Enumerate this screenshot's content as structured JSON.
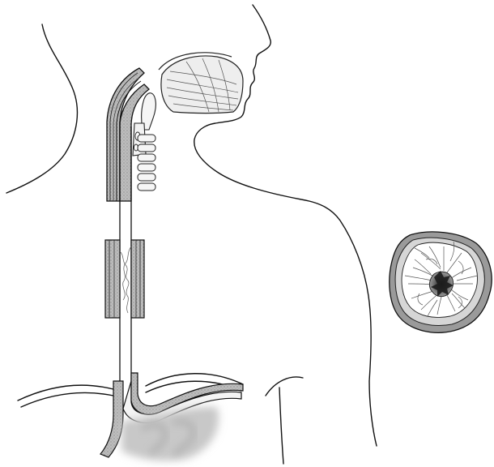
{
  "figure": {
    "colors": {
      "line": "#111111",
      "muscle_outer": "#3a3a3a",
      "muscle_mid": "#9a9a9a",
      "mucosa": "#d9d9d9",
      "lumen": "#f4f4f4",
      "stomach_shade": "#c8c8c8",
      "lumen_center": "#2b2b2b"
    },
    "icons": [
      "head-profile",
      "tongue",
      "larynx",
      "trachea-rings",
      "esophagus-tube",
      "diaphragm",
      "stomach",
      "esophagus-cross-section"
    ]
  }
}
